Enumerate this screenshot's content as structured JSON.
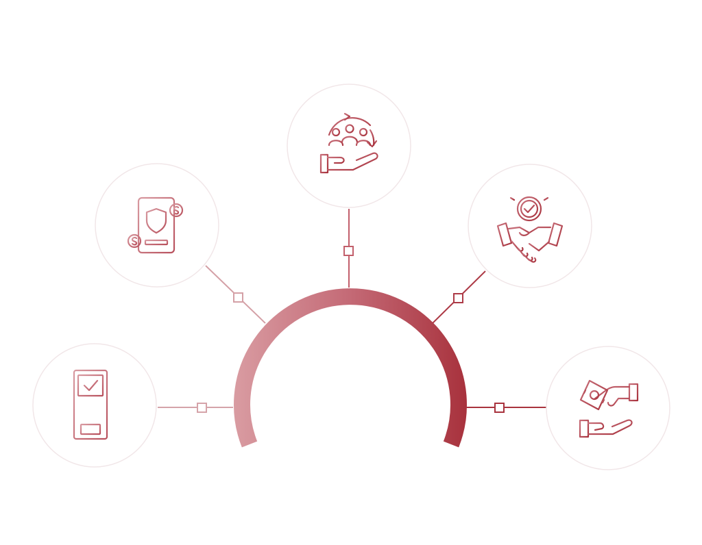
{
  "colors": {
    "arc_start": "#d99ca2",
    "arc_mid": "#c46a76",
    "arc_end": "#a8323d",
    "node_border": "#f1e6e8"
  },
  "nodes": [
    {
      "id": "pos-terminal",
      "icon": "pos-terminal-icon",
      "color": "#c4727c"
    },
    {
      "id": "mobile-insurance",
      "icon": "mobile-insurance-payment-icon",
      "color": "#c4727c"
    },
    {
      "id": "customer-care",
      "icon": "customer-care-hand-icon",
      "color": "#c05a66"
    },
    {
      "id": "agreement",
      "icon": "handshake-approval-icon",
      "color": "#b2404c"
    },
    {
      "id": "cash-payment",
      "icon": "hand-to-hand-cash-icon",
      "color": "#a8323d"
    }
  ]
}
